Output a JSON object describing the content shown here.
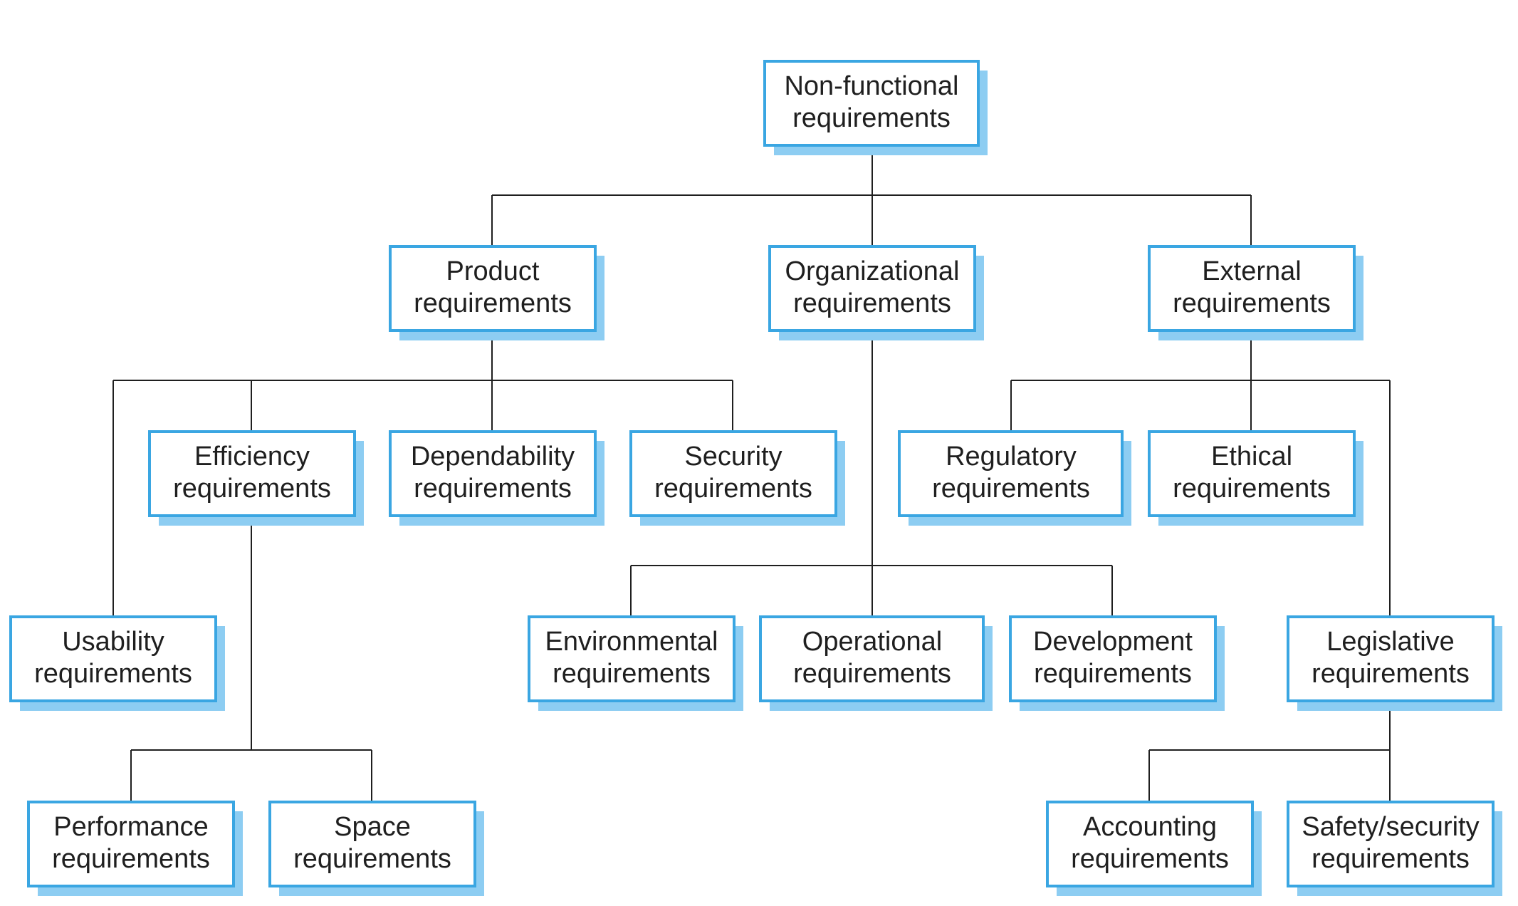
{
  "nodes": {
    "root": [
      "Non-functional",
      "requirements"
    ],
    "product": [
      "Product",
      "requirements"
    ],
    "organizational": [
      "Organizational",
      "requirements"
    ],
    "external": [
      "External",
      "requirements"
    ],
    "efficiency": [
      "Efficiency",
      "requirements"
    ],
    "dependability": [
      "Dependability",
      "requirements"
    ],
    "security": [
      "Security",
      "requirements"
    ],
    "regulatory": [
      "Regulatory",
      "requirements"
    ],
    "ethical": [
      "Ethical",
      "requirements"
    ],
    "usability": [
      "Usability",
      "requirements"
    ],
    "environmental": [
      "Environmental",
      "requirements"
    ],
    "operational": [
      "Operational",
      "requirements"
    ],
    "development": [
      "Development",
      "requirements"
    ],
    "legislative": [
      "Legislative",
      "requirements"
    ],
    "performance": [
      "Performance",
      "requirements"
    ],
    "space": [
      "Space",
      "requirements"
    ],
    "accounting": [
      "Accounting",
      "requirements"
    ],
    "safety_security": [
      "Safety/security",
      "requirements"
    ]
  },
  "colors": {
    "box_border": "#3aa6e2",
    "box_shadow": "#8dcdf2",
    "connector": "#1f1f1f"
  }
}
